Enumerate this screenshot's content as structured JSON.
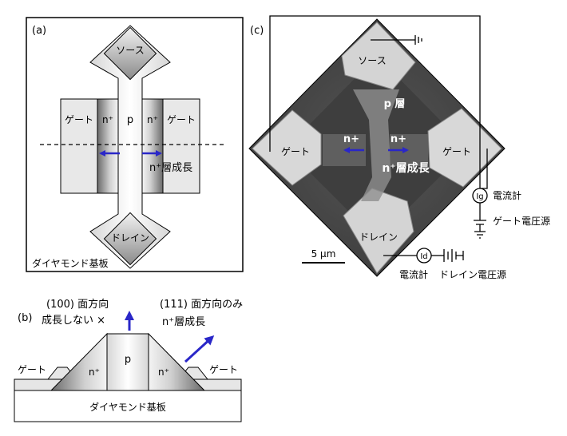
{
  "panel_a": {
    "tag": "(a)",
    "source": "ソース",
    "drain": "ドレイン",
    "gate_left": "ゲート",
    "gate_right": "ゲート",
    "n_left": "n⁺",
    "n_right": "n⁺",
    "p": "p",
    "growth": "n⁺層成長",
    "substrate": "ダイヤモンド基板"
  },
  "panel_b": {
    "tag": "(b)",
    "dir100_line1": "(100) 面方向",
    "dir100_line2": "成長しない ×",
    "dir111_line1": "(111) 面方向のみ",
    "dir111_line2": "n⁺層成長",
    "gate_left": "ゲート",
    "gate_right": "ゲート",
    "n_left": "n⁺",
    "n_right": "n⁺",
    "p": "p",
    "substrate": "ダイヤモンド基板"
  },
  "panel_c": {
    "tag": "(c)",
    "source": "ソース",
    "p_layer": "p 層",
    "n_left": "n+",
    "n_right": "n+",
    "gate_left": "ゲート",
    "gate_right": "ゲート",
    "growth": "n⁺層成長",
    "drain": "ドレイン",
    "scale": "5 µm",
    "ig": "Ig",
    "ammeter_gate": "電流計",
    "gate_source": "ゲート電圧源",
    "id": "Id",
    "ammeter_drain": "電流計",
    "drain_source": "ドレイン電圧源"
  },
  "colors": {
    "arrow": "#2a27c8",
    "line": "#000000"
  }
}
